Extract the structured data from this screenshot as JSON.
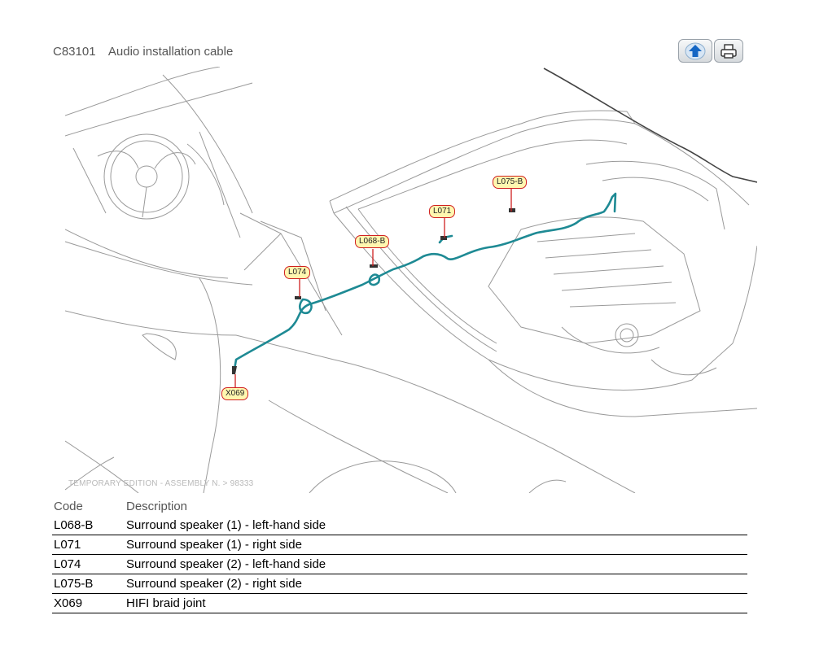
{
  "header": {
    "code": "C83101",
    "title": "Audio installation cable"
  },
  "toolbar": {
    "up_icon": "arrow-up-icon",
    "print_icon": "printer-icon"
  },
  "figure": {
    "watermark": "TEMPORARY EDITION - ASSEMBLY N. > 98333",
    "callouts": [
      "L075-B",
      "L071",
      "L068-B",
      "L074",
      "X069"
    ],
    "cable_color": "#1e8a94",
    "callout_fill": "#fff7b0",
    "callout_border": "#d02020"
  },
  "legend": {
    "headers": {
      "code": "Code",
      "description": "Description"
    },
    "rows": [
      {
        "code": "L068-B",
        "description": "Surround speaker (1) - left-hand side"
      },
      {
        "code": "L071",
        "description": "Surround speaker (1) - right side"
      },
      {
        "code": "L074",
        "description": "Surround speaker (2) - left-hand side"
      },
      {
        "code": "L075-B",
        "description": "Surround speaker (2) - right side"
      },
      {
        "code": "X069",
        "description": "HIFI braid joint"
      }
    ]
  }
}
